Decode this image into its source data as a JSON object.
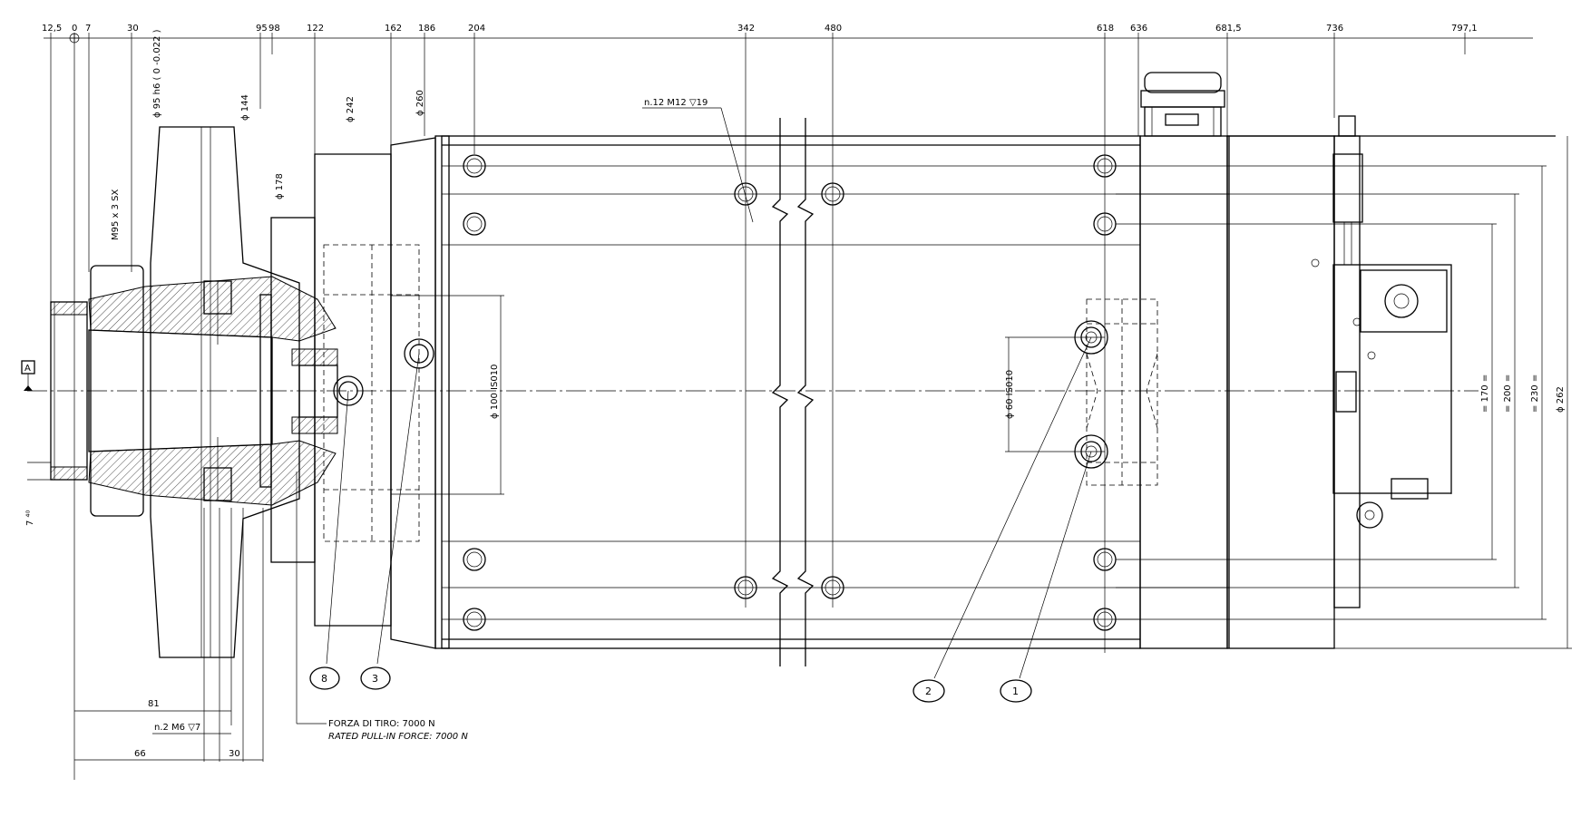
{
  "top_dimensions": [
    "12,5",
    "0",
    "7",
    "30",
    "95",
    "98",
    "122",
    "162",
    "186",
    "204",
    "342",
    "480",
    "618",
    "636",
    "681,5",
    "736",
    "797,1"
  ],
  "diameters": {
    "d95": "ϕ 95 h6 ( 0 -0.022 )",
    "d144": "ϕ 144",
    "d178": "ϕ 178",
    "d242": "ϕ 242",
    "d260": "ϕ 260",
    "d100": "ϕ 100  IS010",
    "d60": "ϕ 60  IS010"
  },
  "thread_label": "M95 x 3  SX",
  "holes_label": "n.12 M12 ▽19",
  "datum_label": "A",
  "right_dims": [
    "= 170 =",
    "= 200 =",
    "= 230 =",
    "ϕ 262"
  ],
  "left_small_dim": "7 ⁴⁰",
  "bottom_dims": {
    "d81": "81",
    "m6": "n.2 M6 ▽7",
    "d66": "66",
    "d30": "30"
  },
  "force": {
    "it": "FORZA DI TIRO: 7000 N",
    "en": "RATED PULL-IN FORCE: 7000 N"
  },
  "callouts": [
    "8",
    "3",
    "2",
    "1"
  ]
}
